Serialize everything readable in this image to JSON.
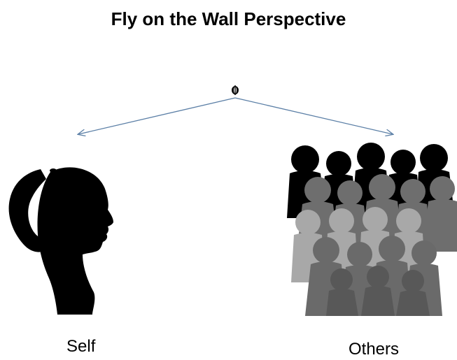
{
  "title": "Fly on the Wall Perspective",
  "labels": {
    "self": "Self",
    "others": "Others"
  },
  "icons": {
    "fly": "fly-icon",
    "self": "woman-silhouette-icon",
    "others": "crowd-silhouette-icon"
  },
  "colors": {
    "arrow": "#5b7fa6",
    "silhouette_dark": "#000000",
    "crowd_mid": "#6e6e6e",
    "crowd_light": "#a8a8a8",
    "crowd_dark": "#585858"
  }
}
